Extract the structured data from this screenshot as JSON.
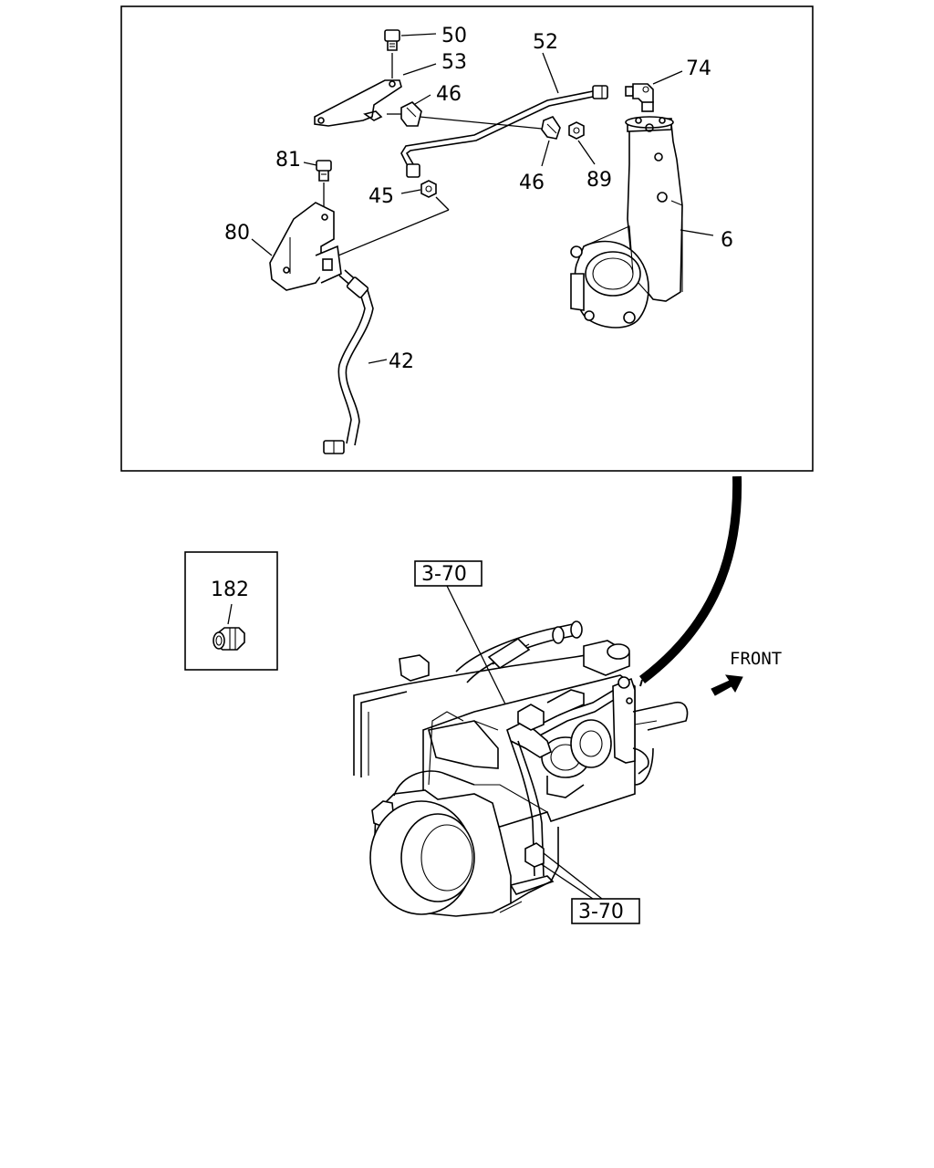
{
  "callouts": {
    "c50": "50",
    "c53": "53",
    "c52": "52",
    "c74": "74",
    "c46a": "46",
    "c46b": "46",
    "c89": "89",
    "c81": "81",
    "c45": "45",
    "c80": "80",
    "c6": "6",
    "c42": "42",
    "c182": "182"
  },
  "references": {
    "ref_top": "3-70",
    "ref_bottom": "3-70"
  },
  "front_label": "FRONT"
}
